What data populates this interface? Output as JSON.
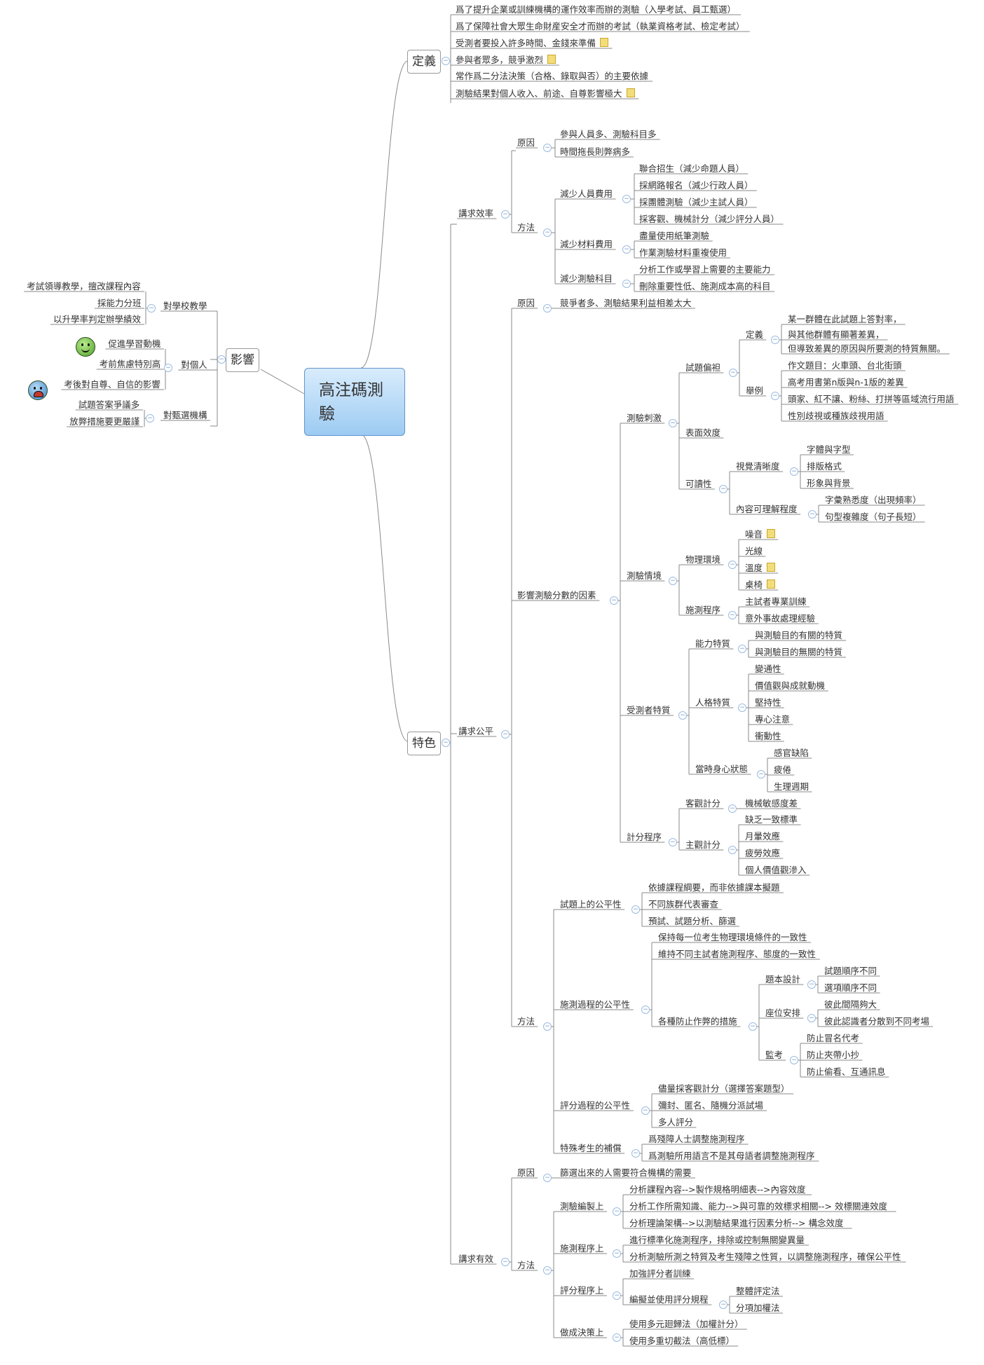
{
  "central": "高注碼測驗",
  "definition": {
    "label": "定義",
    "items": [
      "爲了提升企業或訓練機構的運作效率而辦的測驗（入學考試、員工甄選）",
      "爲了保障社會大眾生命財産安全才而辦的考試（執業資格考試、檢定考試）",
      "受測者要投入許多時間、金錢來準備",
      "參與者眾多，競爭激烈",
      "常作爲二分法決策（合格、錄取與否）的主要依據",
      "測驗結果對個人收入、前途、自尊影響極大"
    ]
  },
  "influence": {
    "label": "影響",
    "school": {
      "label": "對學校教學",
      "items": [
        "考試領導教學，擅改課程內容",
        "採能力分班",
        "以升學率判定辦學績效"
      ]
    },
    "person": {
      "label": "對個人",
      "items": [
        "促進學習動機",
        "考前焦慮特別高",
        "考後對自尊、自信的影響"
      ]
    },
    "institution": {
      "label": "對甄選機構",
      "items": [
        "試題答案爭議多",
        "放弊措施要更嚴謹"
      ]
    }
  },
  "features": {
    "label": "特色",
    "efficiency": {
      "label": "講求效率",
      "cause": {
        "label": "原因",
        "items": [
          "參與人員多、測驗科目多",
          "時間拖長則弊病多"
        ]
      },
      "method": {
        "label": "方法",
        "staff": {
          "label": "減少人員費用",
          "items": [
            "聯合招生（減少命題人員）",
            "採網路報名（減少行政人員）",
            "採團體測驗（減少主試人員）",
            "採客觀、機械計分（減少評分人員）"
          ]
        },
        "material": {
          "label": "減少材料費用",
          "items": [
            "盡量使用紙筆測驗",
            "作業測驗材料重複使用"
          ]
        },
        "subjects": {
          "label": "減少測驗科目",
          "items": [
            "分析工作或學習上需要的主要能力",
            "刪除重要性低、施測成本高的科目"
          ]
        }
      }
    },
    "fairness": {
      "label": "講求公平",
      "cause": {
        "label": "原因",
        "text": "競爭者多、測驗結果利益相差太大"
      },
      "factors": {
        "label": "影響測驗分數的因素",
        "stimulus": {
          "label": "測驗刺激",
          "bias": {
            "label": "試題偏袒",
            "def": {
              "label": "定義",
              "items": [
                "某一群體在此試題上答對率，",
                "與其他群體有顯著差異，",
                "但導致差異的原因與所要測的特質無關。"
              ]
            },
            "example": {
              "label": "舉例",
              "items": [
                "作文題目：火車頭、台北街頭",
                "高考用書第n版與n-1版的差異",
                "頭家、紅不讓、粉絲、打拼等區域流行用語",
                "性別歧視或種族歧視用語"
              ]
            }
          },
          "face": "表面效度",
          "readability": {
            "label": "可讀性",
            "visual": {
              "label": "視覺清晰度",
              "items": [
                "字體與字型",
                "排版格式",
                "形象與背景"
              ]
            },
            "content": {
              "label": "內容可理解程度",
              "items": [
                "字彙熟悉度（出現頻率）",
                "句型複雜度（句子長短）"
              ]
            }
          }
        },
        "situation": {
          "label": "測驗情境",
          "physical": {
            "label": "物理環境",
            "items": [
              "噪音",
              "光線",
              "溫度",
              "桌椅"
            ]
          },
          "procedure": {
            "label": "施測程序",
            "items": [
              "主試者專業訓練",
              "意外事故處理經驗"
            ]
          }
        },
        "examinee": {
          "label": "受測者特質",
          "ability": {
            "label": "能力特質",
            "items": [
              "與測驗目的有關的特質",
              "與測驗目的無關的特質"
            ]
          },
          "personality": {
            "label": "人格特質",
            "items": [
              "變通性",
              "價值觀與成就動機",
              "堅持性",
              "專心注意",
              "衝動性"
            ]
          },
          "state": {
            "label": "當時身心狀態",
            "items": [
              "感官缺陷",
              "疲倦",
              "生理週期"
            ]
          }
        },
        "scoring": {
          "label": "計分程序",
          "objective": {
            "label": "客觀計分",
            "text": "機械敏感度差"
          },
          "subjective": {
            "label": "主觀計分",
            "items": [
              "缺乏一致標準",
              "月暈效應",
              "疲勞效應",
              "個人價值觀滲入"
            ]
          }
        }
      },
      "method": {
        "label": "方法",
        "items_fair": {
          "label": "試題上的公平性",
          "items": [
            "依據課程綱要，而非依據課本擬題",
            "不同族群代表審查",
            "預試、試題分析、篩選"
          ]
        },
        "admin_fair": {
          "label": "施測過程的公平性",
          "items": [
            "保持每一位考生物理環境條件的一致性",
            "維持不同主試者施測程序、態度的一致性"
          ],
          "anticheat": {
            "label": "各種防止作弊的措施",
            "version": {
              "label": "題本設計",
              "items": [
                "試題順序不同",
                "選項順序不同"
              ]
            },
            "seating": {
              "label": "座位安排",
              "items": [
                "彼此間隔夠大",
                "彼此認識者分散到不同考場"
              ]
            },
            "proctor": {
              "label": "監考",
              "items": [
                "防止冒名代考",
                "防止夾帶小抄",
                "防止偷看、互通訊息"
              ]
            }
          }
        },
        "score_fair": {
          "label": "評分過程的公平性",
          "items": [
            "儘量採客觀計分（選擇答案題型）",
            "彌封、匿名、隨機分派試場",
            "多人評分"
          ]
        },
        "special": {
          "label": "特殊考生的補償",
          "items": [
            "爲殘障人士調整施測程序",
            "爲測驗所用語言不是其母語者調整施測程序"
          ]
        }
      }
    },
    "validity": {
      "label": "講求有效",
      "cause": {
        "label": "原因",
        "text": "篩選出來的人需要符合機構的需要"
      },
      "method": {
        "label": "方法",
        "compile": {
          "label": "測驗編製上",
          "items": [
            "分析課程內容-->製作規格明細表-->內容效度",
            "分析工作所需知識、能力-->與可靠的效標求相關--> 效標關連效度",
            "分析理論架構-->以測驗結果進行因素分析--> 構念效度"
          ]
        },
        "admin": {
          "label": "施測程序上",
          "items": [
            "進行標準化施測程序，排除或控制無關變異量",
            "分析測驗所測之特質及考生殘障之性質，以調整施測程序，確保公平性"
          ]
        },
        "scoring": {
          "label": "評分程序上",
          "training": "加強評分者訓練",
          "rubric": {
            "label": "編擬並使用評分規程",
            "items": [
              "整體評定法",
              "分項加權法"
            ]
          }
        },
        "decision": {
          "label": "做成決策上",
          "items": [
            "使用多元廻歸法（加權計分）",
            "使用多重切截法（高低標）"
          ]
        }
      }
    }
  }
}
